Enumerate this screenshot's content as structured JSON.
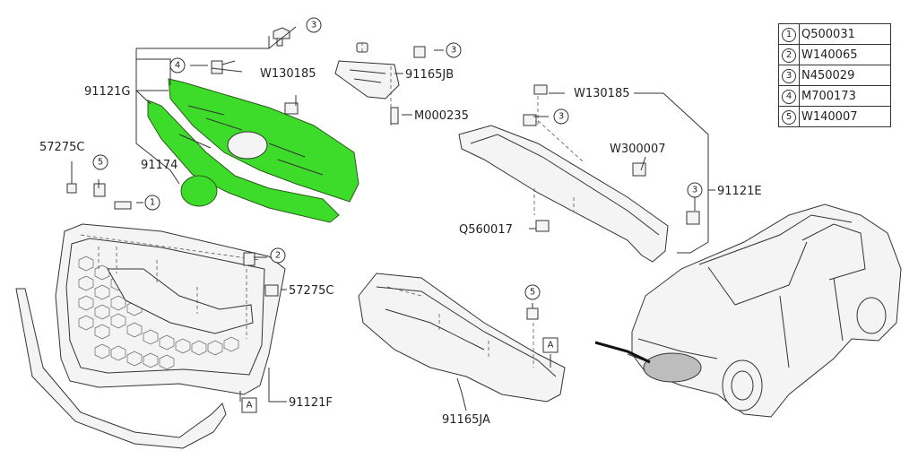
{
  "callouts": {
    "grille_upper": "91121G",
    "emblem": "91174",
    "clip_57275c_top": "57275C",
    "clip_57275c_mid": "57275C",
    "grille_lower": "91121F",
    "bracket_upper_clip": "W130185",
    "bracket_jb": "91165JB",
    "screw_m000235": "M000235",
    "beam_clip": "W130185",
    "beam_w300007": "W300007",
    "beam": "91121E",
    "beam_bolt": "Q560017",
    "cover": "91165JA"
  },
  "circled_refs": {
    "r3_top": "3",
    "r4": "4",
    "r5_left": "5",
    "r1": "1",
    "r2": "2",
    "r3_jb": "3",
    "r3_beam": "3",
    "r3_beam_low": "3",
    "r5_cover": "5"
  },
  "boxed_refs": {
    "a_left": "A",
    "a_right": "A"
  },
  "legend": [
    {
      "idx": "1",
      "code": "Q500031"
    },
    {
      "idx": "2",
      "code": "W140065"
    },
    {
      "idx": "3",
      "code": "N450029"
    },
    {
      "idx": "4",
      "code": "M700173"
    },
    {
      "idx": "5",
      "code": "W140007"
    }
  ],
  "colors": {
    "highlight": "#3ddc2a",
    "line": "#333333"
  }
}
